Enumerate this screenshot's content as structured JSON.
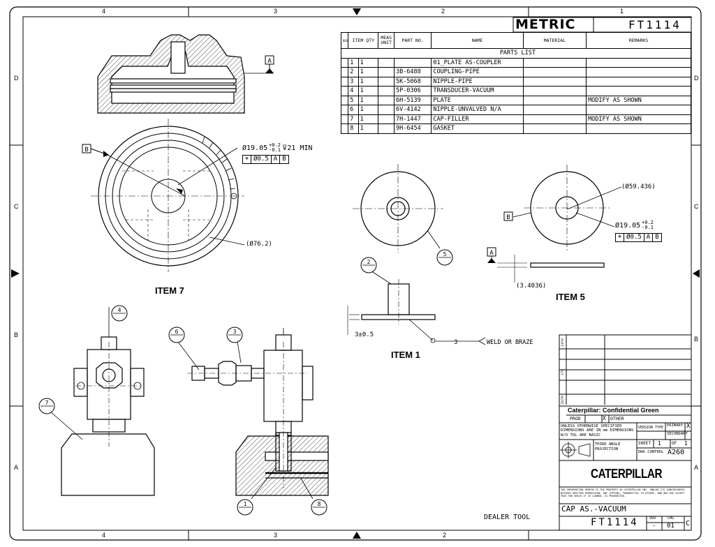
{
  "zones": {
    "top": [
      "4",
      "3",
      "2",
      "1"
    ],
    "bottom": [
      "4",
      "3",
      "2"
    ],
    "left": [
      "D",
      "C",
      "B",
      "A"
    ],
    "right": [
      "D",
      "C",
      "B",
      "A"
    ]
  },
  "header": {
    "metric_label": "METRIC",
    "drawing_number": "FT1114"
  },
  "parts_list": {
    "columns": {
      "rev": "REV",
      "item": "ITEM",
      "qty": "QTY",
      "meas_unit": "MEAS UNIT",
      "part_no": "PART NO.",
      "name": "NAME",
      "material": "MATERIAL",
      "remarks": "REMARKS"
    },
    "title": "PARTS LIST",
    "rows": [
      {
        "item": "1",
        "qty": "1",
        "part_no": "",
        "name": "01_PLATE AS-COUPLER",
        "remarks": ""
      },
      {
        "item": "2",
        "qty": "1",
        "part_no": "3B-6488",
        "name": "COUPLING-PIPE",
        "remarks": ""
      },
      {
        "item": "3",
        "qty": "1",
        "part_no": "5K-5068",
        "name": "NIPPLE-PIPE",
        "remarks": ""
      },
      {
        "item": "4",
        "qty": "1",
        "part_no": "5P-0306",
        "name": "TRANSDUCER-VACUUM",
        "remarks": ""
      },
      {
        "item": "5",
        "qty": "1",
        "part_no": "6H-5139",
        "name": "PLATE",
        "remarks": "MODIFY AS SHOWN"
      },
      {
        "item": "6",
        "qty": "1",
        "part_no": "6V-4142",
        "name": "NIPPLE-UNVALVED N/A",
        "remarks": ""
      },
      {
        "item": "7",
        "qty": "1",
        "part_no": "7H-1447",
        "name": "CAP-FILLER",
        "remarks": "MODIFY AS SHOWN"
      },
      {
        "item": "8",
        "qty": "1",
        "part_no": "9H-6454",
        "name": "GASKET",
        "remarks": ""
      }
    ]
  },
  "item7": {
    "label": "ITEM 7",
    "hole_dim": "Ø19.05",
    "hole_tol_plus": "+0.2",
    "hole_tol_minus": "-0.1",
    "depth": "⊽21 MIN",
    "position_tol": "Ø0.5",
    "datum_a": "A",
    "datum_b": "B",
    "outer_dim": "(Ø76.2)"
  },
  "item5": {
    "label": "ITEM 5",
    "outer_dim": "(Ø59.436)",
    "hole_dim": "Ø19.05",
    "hole_tol_plus": "+0.2",
    "hole_tol_minus": "-0.1",
    "position_tol": "Ø0.5",
    "thickness": "(3.4036)",
    "datum_a": "A",
    "datum_b": "B"
  },
  "item1": {
    "label": "ITEM 1",
    "height_dim": "3±0.5",
    "weld_symbol": "3",
    "weld_note": "WELD OR BRAZE"
  },
  "balloons": [
    "1",
    "2",
    "3",
    "4",
    "5",
    "6",
    "7",
    "8"
  ],
  "title_block": {
    "confidential": "Caterpillar: Confidential Green",
    "prod": "PROD",
    "prod_mark": "X",
    "other": "OTHER",
    "spec_note": "UNLESS OTHERWISE SPECIFIED DIMENSIONS ARE IN mm DIMENSIONS W/O TOL ARE BASIC",
    "version_label": "VERSION TYPE",
    "primary": "PRIMARY",
    "primary_mark": "X",
    "secondary": "SECONDARY",
    "projection": "THIRD ANGLE PROJECTION",
    "sheet_label": "SHEET",
    "sheet_value": "1",
    "of_label": "OF",
    "of_value": "1",
    "dwg_control_label": "DWG CONTROL",
    "dwg_control_value": "A260",
    "brand": "CATERPILLAR",
    "legal": "THE INFORMATION HEREIN IS THE PROPERTY OF CATERPILLAR INC. AND/OR ITS SUBSIDIARIES. WITHOUT WRITTEN PERMISSION, ANY COPYING, TRANSMITTAL TO OTHERS, AND ANY USE EXCEPT THAT FOR WHICH IT IS LOANED, IS PROHIBITED.",
    "part_title": "CAP AS.-VACUUM",
    "drawing_number": "FT1114",
    "ver_label": "VER",
    "ver_value": "-",
    "chg_label": "CHG",
    "chg_value": "01",
    "size": "C",
    "dealer_tool": "DEALER TOOL",
    "side_labels": [
      "PART",
      "ALT",
      "NOTE"
    ]
  }
}
